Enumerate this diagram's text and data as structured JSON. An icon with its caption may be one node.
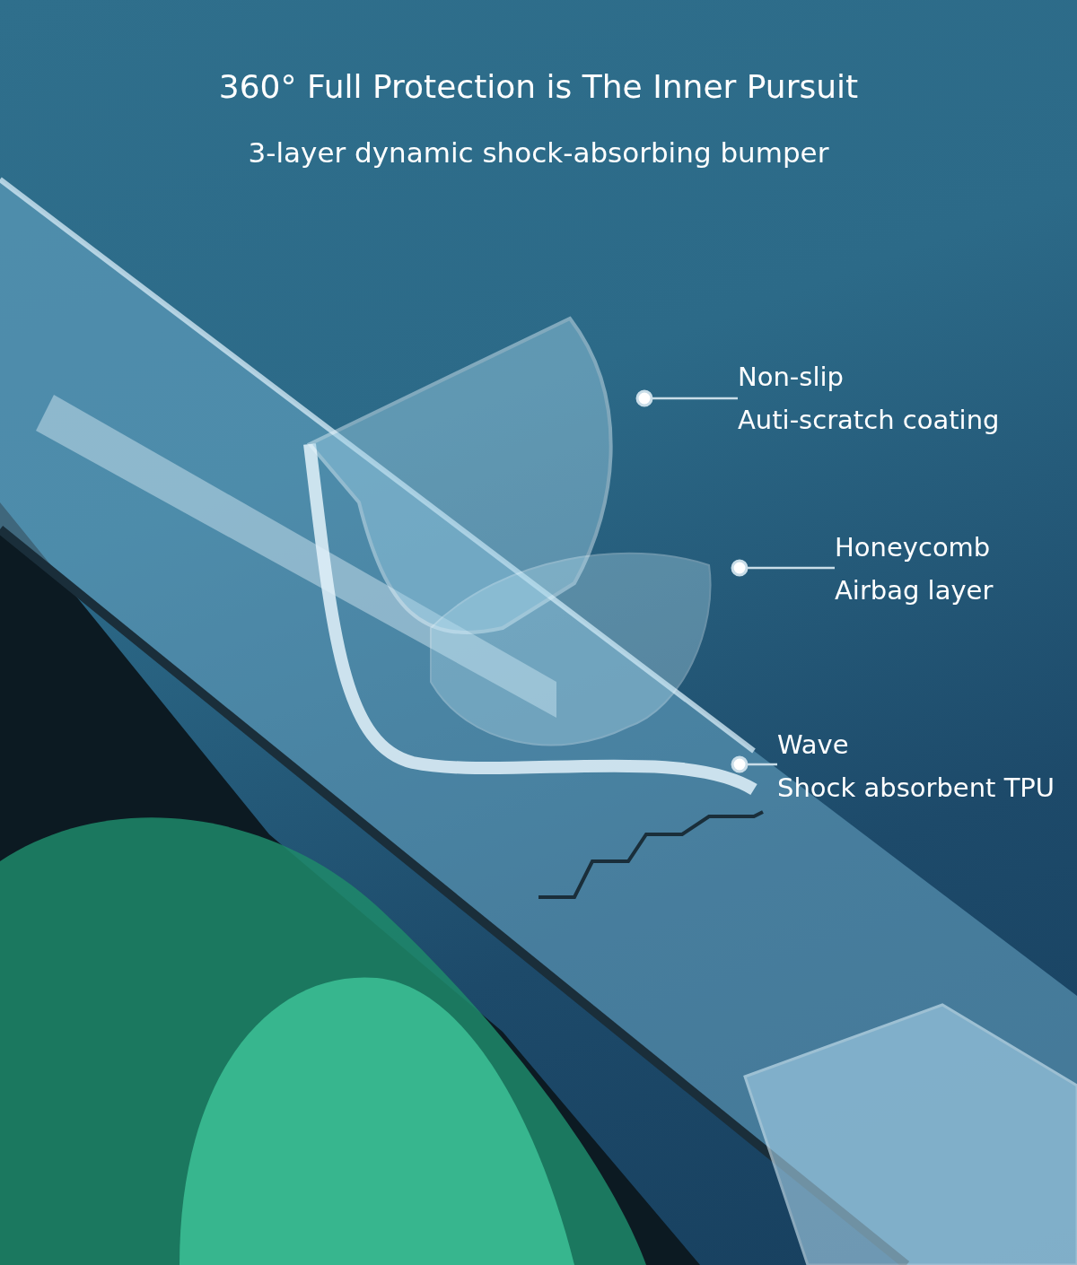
{
  "diagram": {
    "title": "360°  Full Protection is The Inner Pursuit",
    "nodes": [
      {
        "text": [
          "Non-slip",
          "Auti-scratch coating"
        ]
      },
      {
        "text": [
          "Honeycomb",
          "Airbag layer"
        ]
      },
      {
        "text": [
          "Wave",
          "Shock absorbent TPU"
        ]
      }
    ],
    "edges": [
      {
        "from": 0,
        "to": null,
        "arrow": "other"
      },
      {
        "from": 1,
        "to": null,
        "arrow": "other"
      },
      {
        "from": 2,
        "to": null,
        "arrow": "other"
      }
    ],
    "labels": [
      "3-layer dynamic shock-absorbing bumper"
    ]
  }
}
